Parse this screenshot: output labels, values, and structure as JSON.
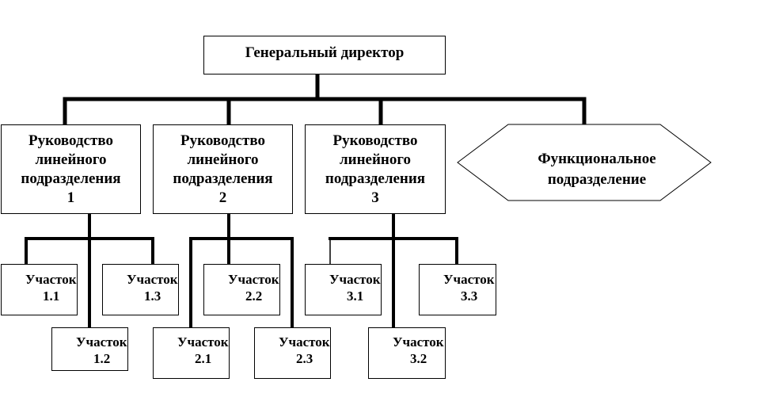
{
  "general_director": "Генеральный директор",
  "line_divisions": [
    {
      "lines": [
        "Руководство",
        "линейного",
        "подразделения",
        "1"
      ]
    },
    {
      "lines": [
        "Руководство",
        "линейного",
        "подразделения",
        "2"
      ]
    },
    {
      "lines": [
        "Руководство",
        "линейного",
        "подразделения",
        "3"
      ]
    }
  ],
  "functional_division": [
    "Функциональное",
    "подразделение"
  ],
  "sites": {
    "s1_1": [
      "Участок",
      "1.1"
    ],
    "s1_2": [
      "Участок",
      "1.2"
    ],
    "s1_3": [
      "Участок",
      "1.3"
    ],
    "s2_1": [
      "Участок",
      "2.1"
    ],
    "s2_2": [
      "Участок",
      "2.2"
    ],
    "s2_3": [
      "Участок",
      "2.3"
    ],
    "s3_1": [
      "Участок",
      "3.1"
    ],
    "s3_2": [
      "Участок",
      "3.2"
    ],
    "s3_3": [
      "Участок",
      "3.3"
    ]
  }
}
